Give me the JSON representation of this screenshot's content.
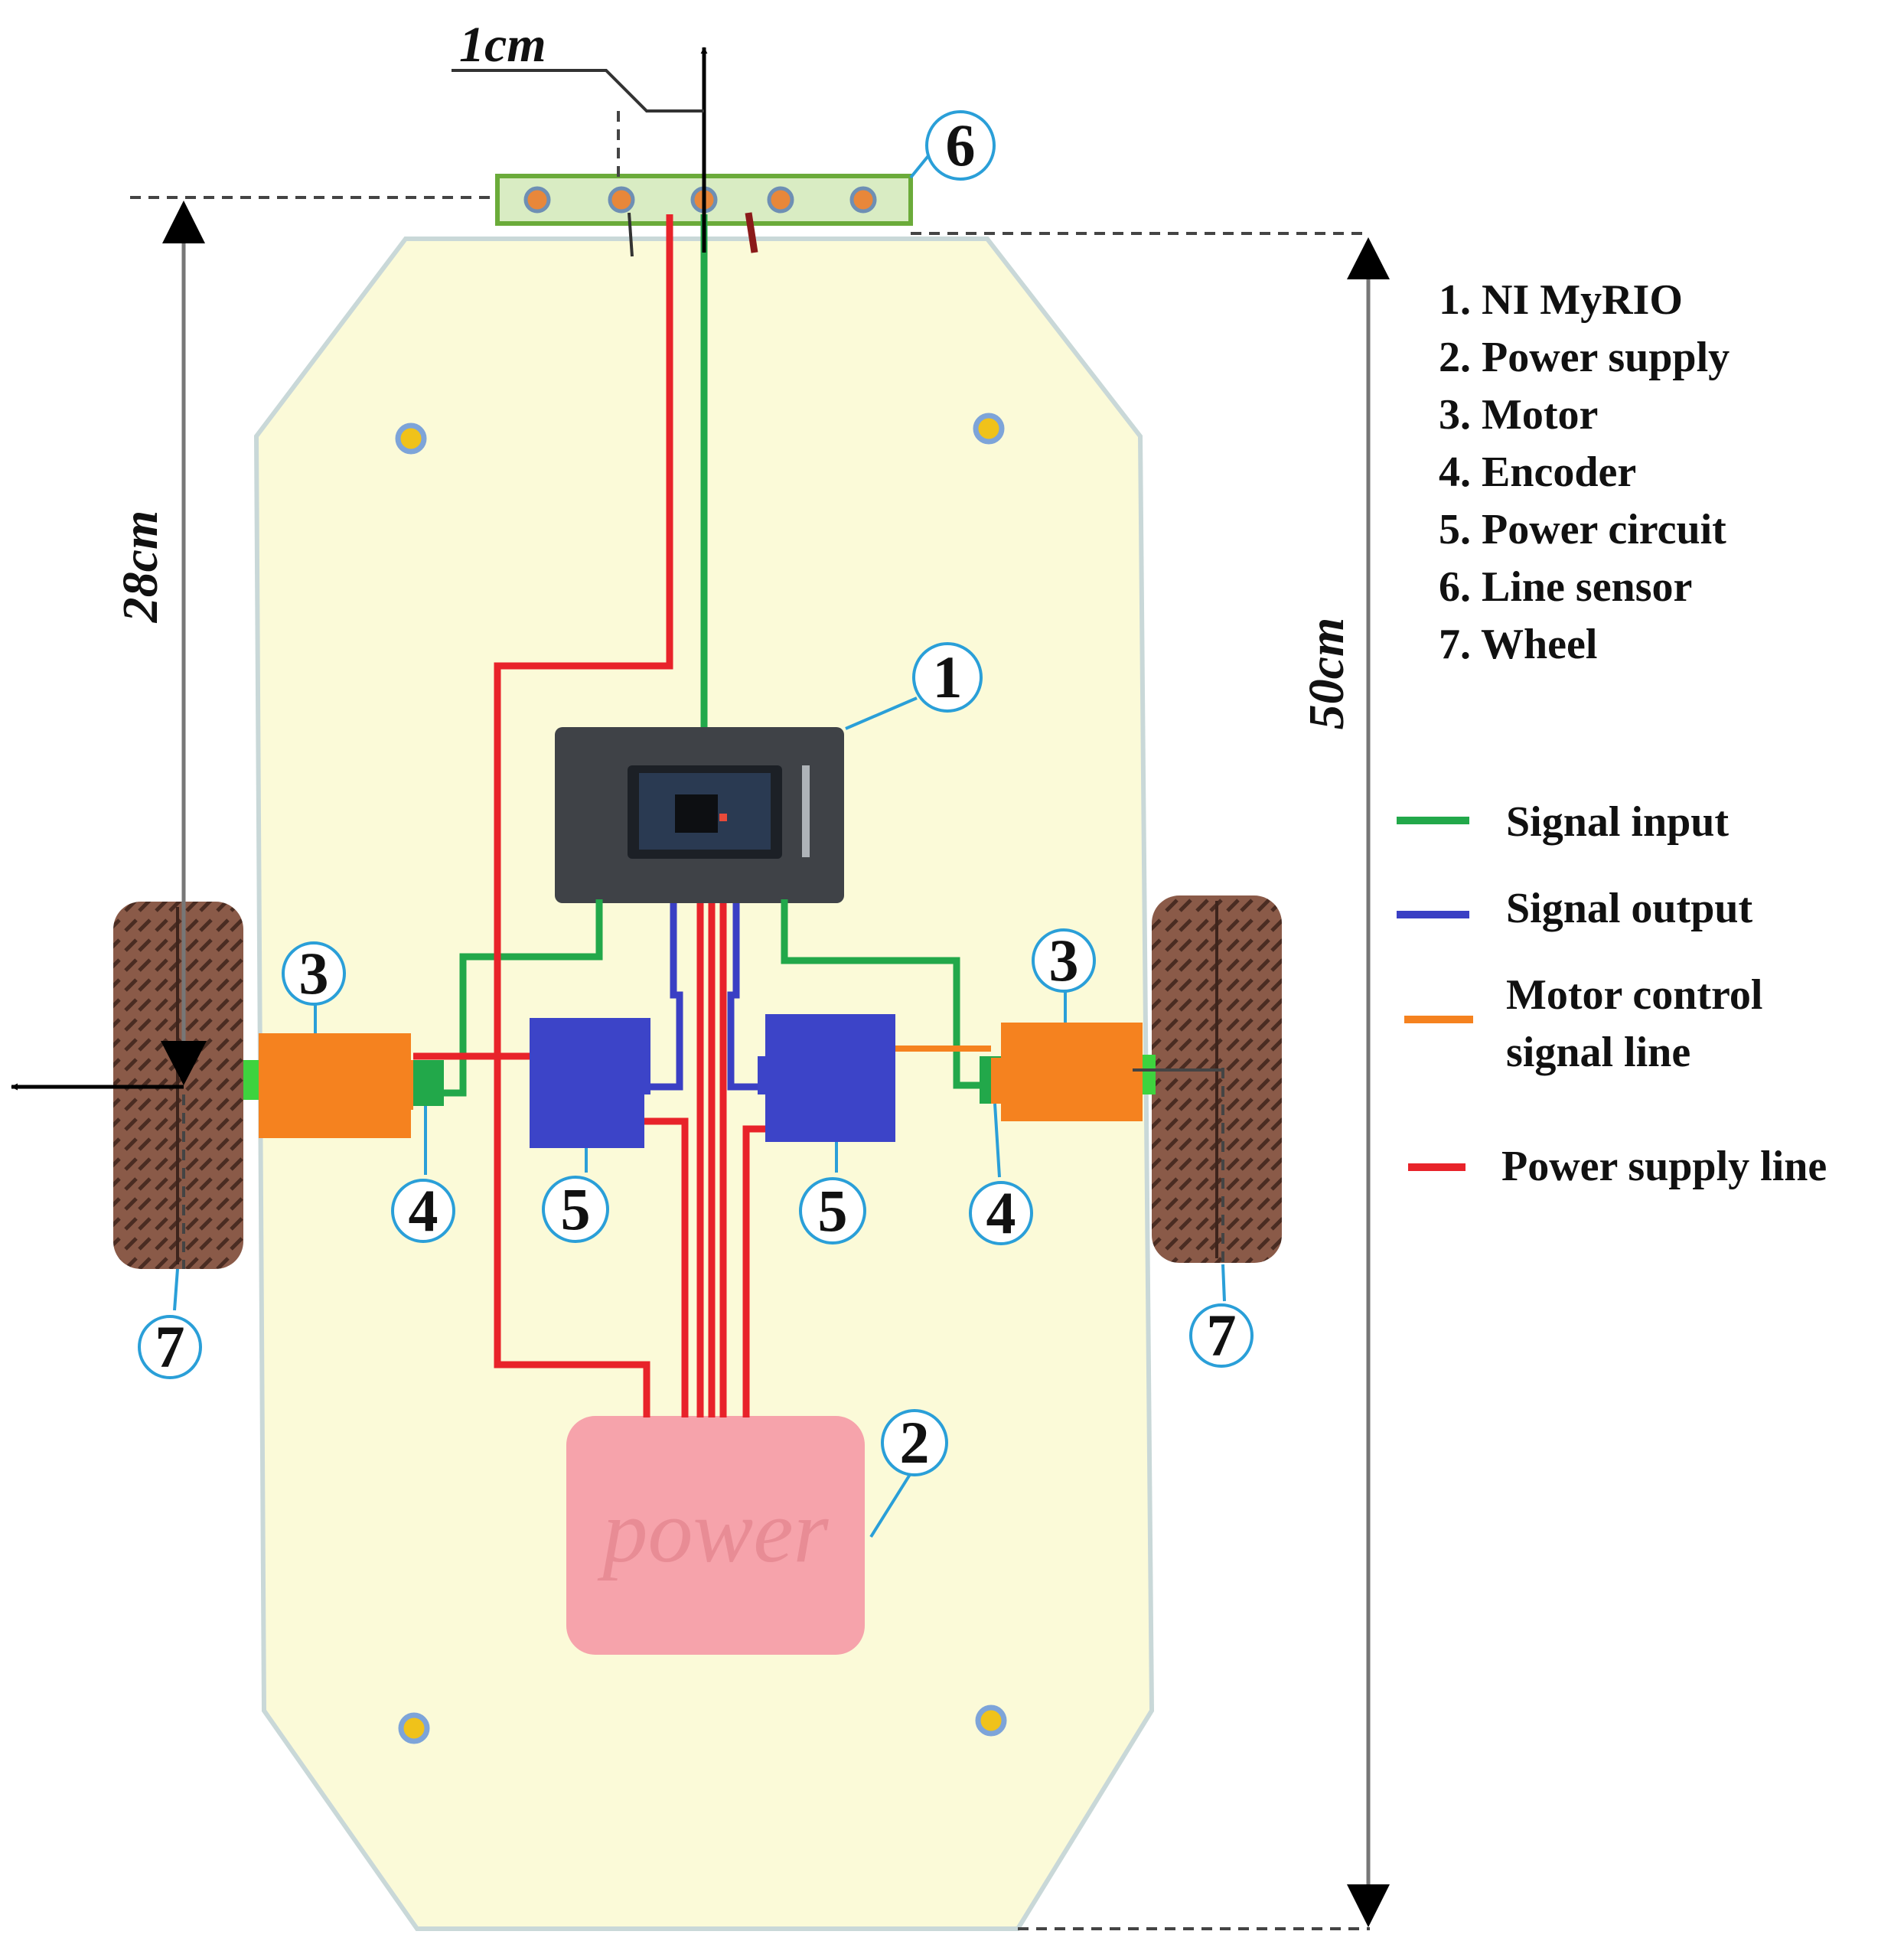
{
  "components": [
    {
      "number": "1",
      "label": "1. NI MyRIO"
    },
    {
      "number": "2",
      "label": "2. Power supply"
    },
    {
      "number": "3",
      "label": "3. Motor"
    },
    {
      "number": "4",
      "label": "4. Encoder"
    },
    {
      "number": "5",
      "label": "5. Power circuit"
    },
    {
      "number": "6",
      "label": "6. Line sensor"
    },
    {
      "number": "7",
      "label": "7. Wheel"
    }
  ],
  "legend": [
    {
      "label": "Signal input",
      "color": "#22a84a"
    },
    {
      "label": "Signal output",
      "color": "#3a3fc4"
    },
    {
      "label": "Motor control",
      "label2": "signal line",
      "color": "#f5821f"
    },
    {
      "label": "Power supply line",
      "color": "#e8232a"
    }
  ],
  "dimensions": {
    "sensor_offset": "1cm",
    "axle_distance": "28cm",
    "chassis_length": "50cm"
  },
  "power_block_text": "power",
  "colors": {
    "chassis_fill": "#fbfad8",
    "motor": "#f5821f",
    "power_circuit": "#3c44c8",
    "power_supply": "#f6a3ab",
    "myrio_body": "#3f4247",
    "sensor_bar": "#8fc65a",
    "callout": "#2a9fd8"
  }
}
